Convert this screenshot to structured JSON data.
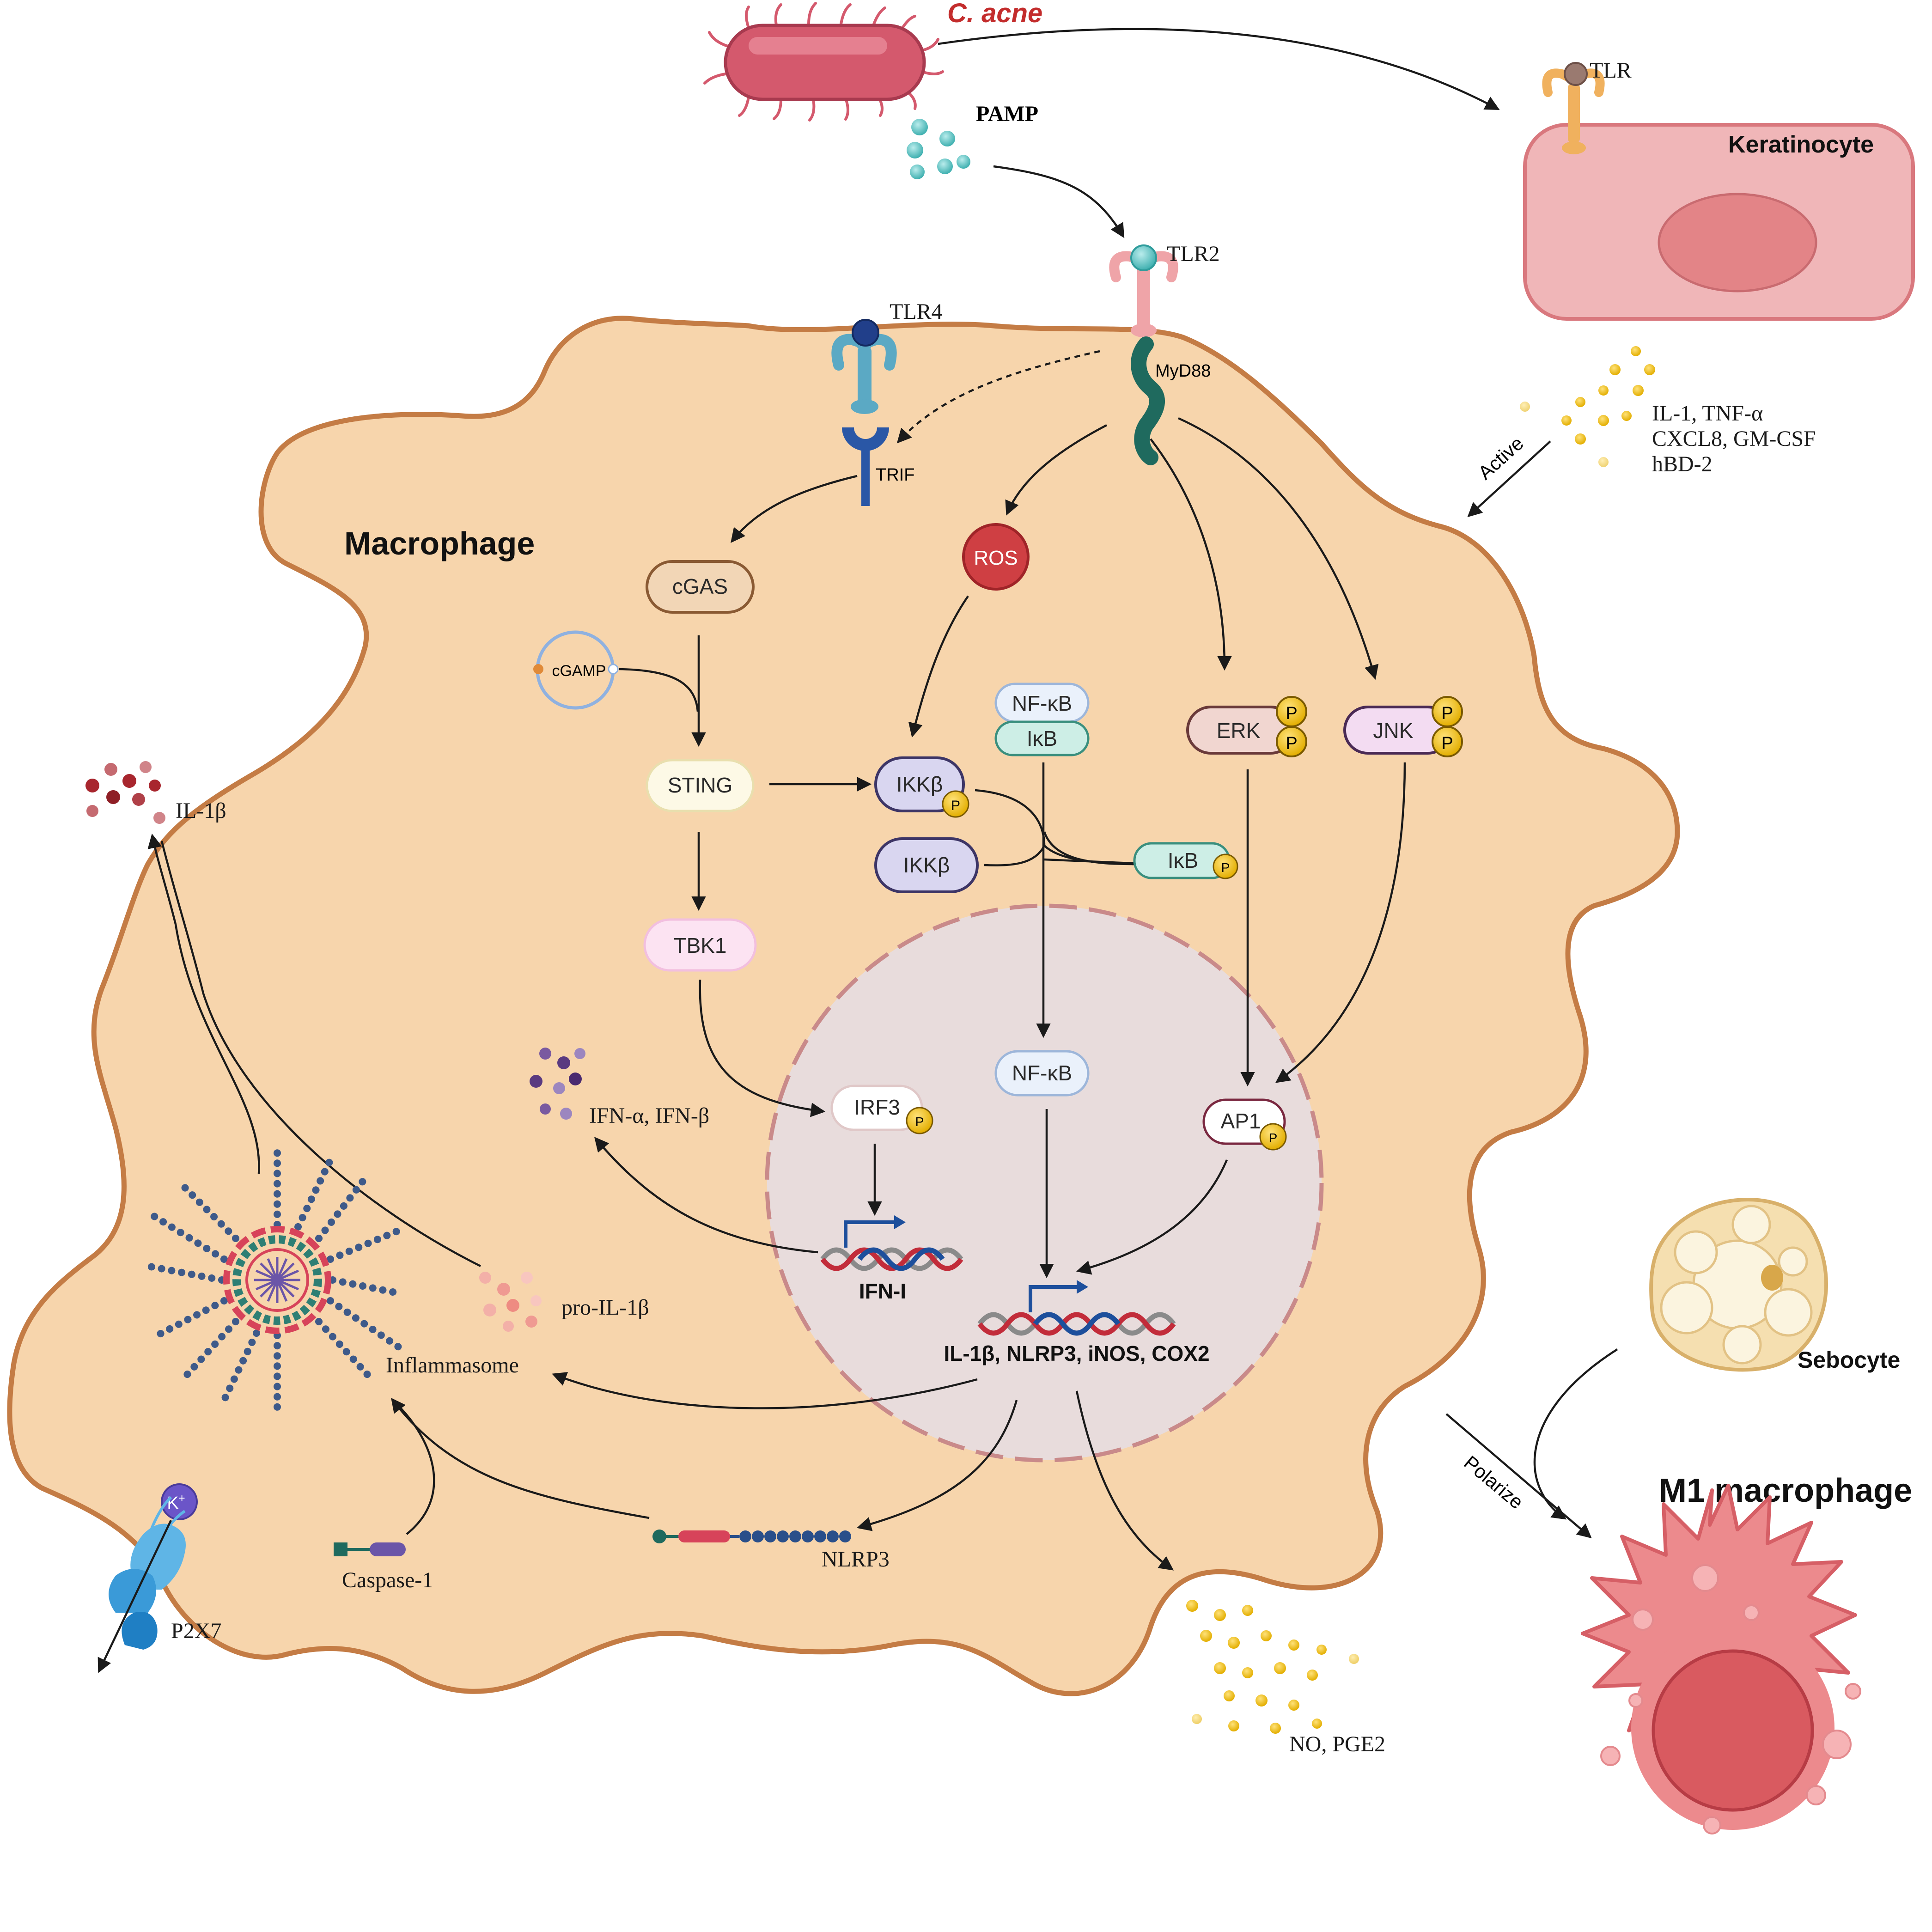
{
  "colors": {
    "macrophage_fill": "#f7d5ac",
    "macrophage_stroke": "#c47c45",
    "nucleus_fill": "#e8dcdc",
    "nucleus_stroke": "#c98a8a",
    "keratinocyte_fill": "#f0b6b8",
    "m1_fill": "#ec8a8d",
    "bacterium": "#d4596d",
    "pamp": "#5ec5c5",
    "phospho": "#f2c21a"
  },
  "labels": {
    "bacterium": "C. acne",
    "pamp": "PAMP",
    "tlr": "TLR",
    "keratinocyte": "Keratinocyte",
    "tlr2": "TLR2",
    "tlr4": "TLR4",
    "myd88": "MyD88",
    "trif": "TRIF",
    "macrophage": "Macrophage",
    "active": "Active",
    "cytokines": [
      "IL-1, TNF-α",
      "CXCL8, GM-CSF",
      "hBD-2"
    ],
    "cgas": "cGAS",
    "cgamp": "cGAMP",
    "ros": "ROS",
    "sting": "STING",
    "tbk1": "TBK1",
    "ikkb_p": "IKKβ",
    "ikkb": "IKKβ",
    "nfkb_top": "NF-κB",
    "ikb_top": "IκB",
    "ikb_p": "IκB",
    "erk": "ERK",
    "jnk": "JNK",
    "p": "P",
    "il1b": "IL-1β",
    "ifn_ab": "IFN-α, IFN-β",
    "irf3": "IRF3",
    "nfkb_nuc": "NF-κB",
    "ap1": "AP1",
    "ifn_i": "IFN-I",
    "genes": "IL-1β, NLRP3, iNOS, COX2",
    "pro_il1b": "pro-IL-1β",
    "inflammasome": "Inflammasome",
    "k_ion": "K",
    "k_sup": "+",
    "caspase1": "Caspase-1",
    "nlrp3": "NLRP3",
    "p2x7": "P2X7",
    "no_pge2": "NO, PGE2",
    "sebocyte": "Sebocyte",
    "polarize": "Polarize",
    "m1": "M1 macrophage"
  }
}
